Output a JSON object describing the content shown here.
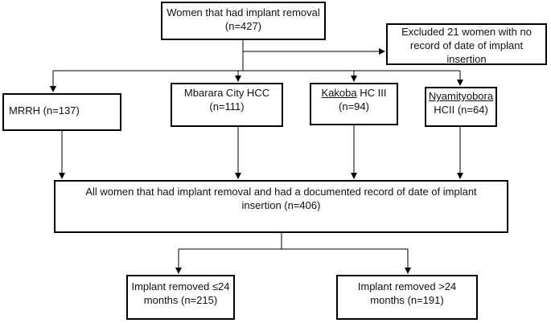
{
  "top": {
    "line1": "Women that had implant removal",
    "line2": "(n=427)"
  },
  "excluded": {
    "line1": "Excluded 21 women with no",
    "line2": "record of date of implant",
    "line3": "insertion"
  },
  "sites": [
    {
      "label": "MRRH (n=137)"
    },
    {
      "line1": "Mbarara City HCC",
      "line2": "(n=111)"
    },
    {
      "name": "Kakoba",
      "rest": " HC III",
      "line2": "(n=94)"
    },
    {
      "name": "Nyamityobora",
      "line2": "HCII (n=64)"
    }
  ],
  "combined": {
    "line1": "All women that had implant removal and had a documented record of date of implant",
    "line2": "insertion (n=406)"
  },
  "outcomes": [
    {
      "line1": "Implant removed ≤24",
      "line2": "months (n=215)"
    },
    {
      "line1": "Implant removed >24",
      "line2": "months (n=191)"
    }
  ]
}
